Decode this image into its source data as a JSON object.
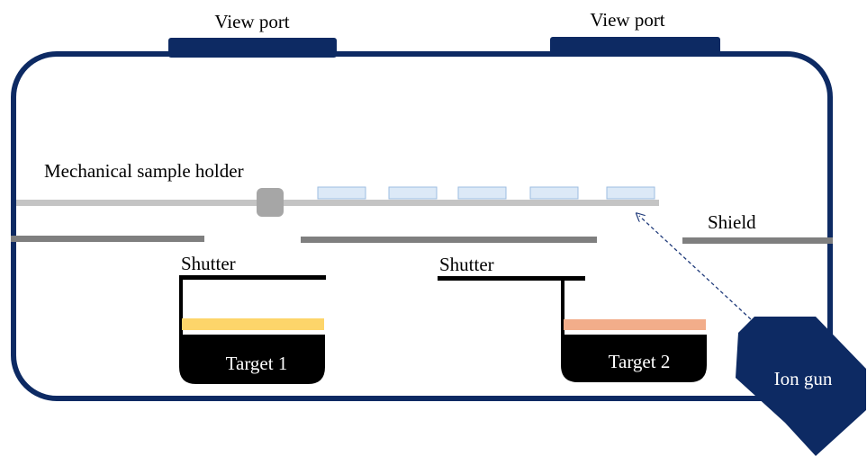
{
  "labels": {
    "view_port_left": "View port",
    "view_port_right": "View port",
    "sample_holder": "Mechanical sample holder",
    "shield": "Shield",
    "shutter_left": "Shutter",
    "shutter_right": "Shutter",
    "target_1": "Target 1",
    "target_2": "Target 2",
    "ion_gun": "Ion gun"
  },
  "colors": {
    "chamber": "#0d2a63",
    "rail": "#c4c4c4",
    "knob": "#a6a6a6",
    "shield": "#7f7f7f",
    "sample": "#dce9f7",
    "sample_border": "#9dbde0",
    "target_1_material": "#fdd56a",
    "target_2_material": "#f2ad8a",
    "target_body": "#000000",
    "ion_gun": "#0d2a63",
    "beam": "#1f3a7a"
  },
  "sample_count": 5
}
